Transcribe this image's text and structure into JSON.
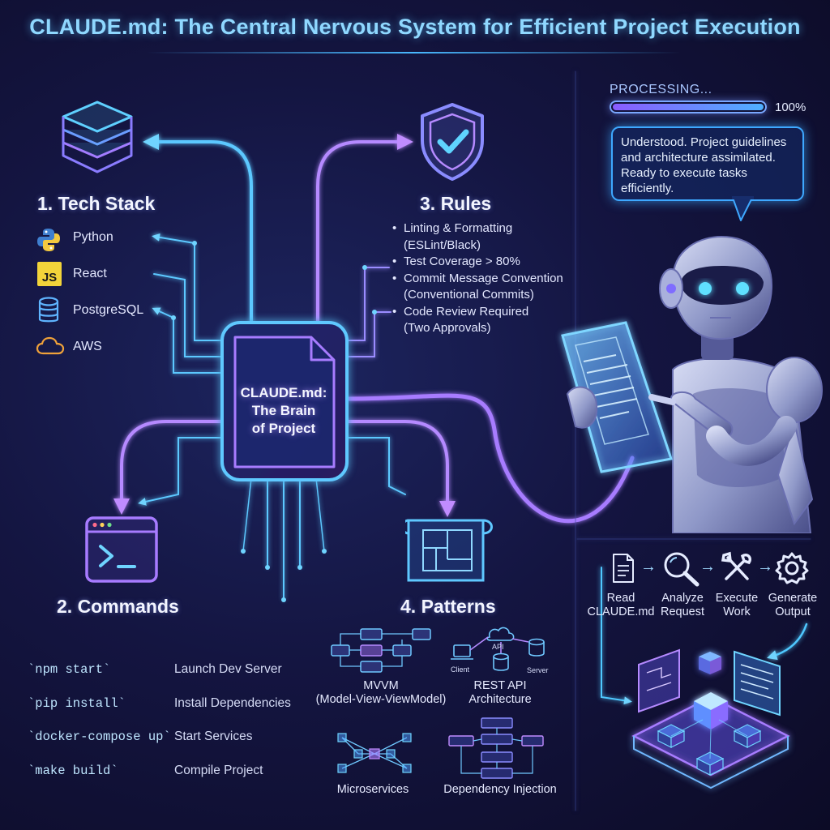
{
  "title": "CLAUDE.md: The Central Nervous System for Efficient Project Execution",
  "center": {
    "line1": "CLAUDE.md:",
    "line2": "The Brain",
    "line3": "of Project"
  },
  "tech_stack": {
    "heading": "1. Tech Stack",
    "items": [
      {
        "icon": "python-icon",
        "label": "Python"
      },
      {
        "icon": "js-icon",
        "badge": "JS",
        "label": "React"
      },
      {
        "icon": "database-icon",
        "label": "PostgreSQL"
      },
      {
        "icon": "cloud-icon",
        "label": "AWS"
      }
    ]
  },
  "rules": {
    "heading": "3. Rules",
    "items": [
      {
        "line1": "Linting & Formatting",
        "line2": "(ESLint/Black)"
      },
      {
        "line1": "Test Coverage > 80%",
        "line2": ""
      },
      {
        "line1": "Commit Message Convention",
        "line2": "(Conventional Commits)"
      },
      {
        "line1": "Code Review Required",
        "line2": "(Two Approvals)"
      }
    ]
  },
  "commands": {
    "heading": "2. Commands",
    "items": [
      {
        "cmd": "`npm start`",
        "desc": "Launch Dev Server"
      },
      {
        "cmd": "`pip install`",
        "desc": "Install Dependencies"
      },
      {
        "cmd": "`docker-compose up`",
        "desc": "Start Services"
      },
      {
        "cmd": "`make build`",
        "desc": "Compile Project"
      }
    ]
  },
  "patterns": {
    "heading": "4. Patterns",
    "items": [
      {
        "line1": "MVVM",
        "line2": "(Model-View-ViewModel)"
      },
      {
        "line1": "REST API",
        "line2": "Architecture",
        "labels": {
          "api": "API",
          "client": "Client",
          "server": "Server"
        }
      },
      {
        "line1": "Microservices",
        "line2": ""
      },
      {
        "line1": "Dependency Injection",
        "line2": ""
      }
    ]
  },
  "agent": {
    "status": "PROCESSING...",
    "progress": 100,
    "progress_label": "100%",
    "message": "Understood. Project guidelines and architecture assimilated. Ready to execute tasks efficiently."
  },
  "workflow": {
    "steps": [
      {
        "icon": "document-icon",
        "line1": "Read",
        "line2": "CLAUDE.md"
      },
      {
        "icon": "magnifier-icon",
        "line1": "Analyze",
        "line2": "Request"
      },
      {
        "icon": "tools-icon",
        "line1": "Execute",
        "line2": "Work"
      },
      {
        "icon": "gear-icon",
        "line1": "Generate",
        "line2": "Output"
      }
    ]
  },
  "colors": {
    "cyan": "#4fc8ff",
    "violet": "#b27cff",
    "bg": "#12123a"
  }
}
